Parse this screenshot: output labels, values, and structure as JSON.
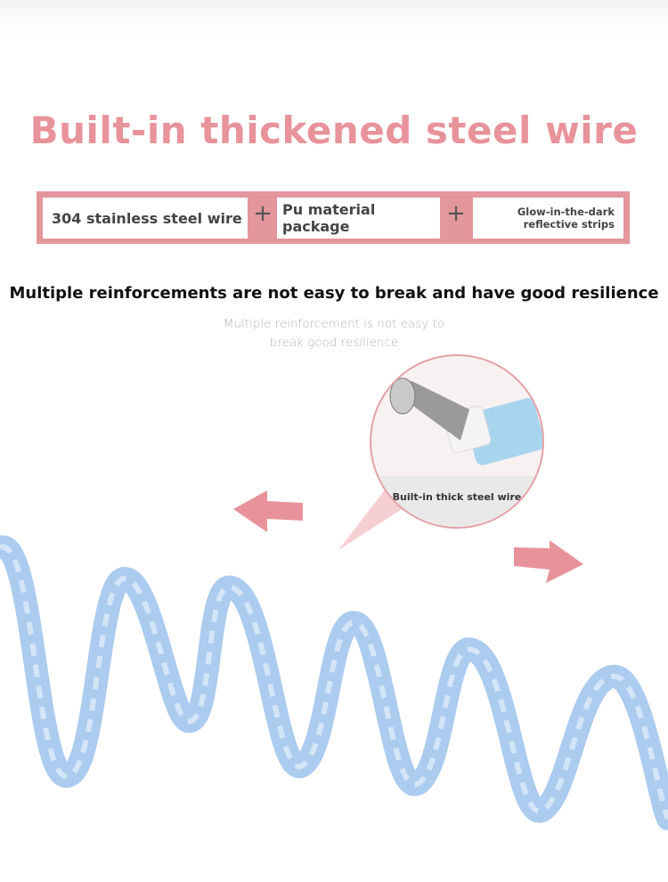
{
  "title": "Built-in thickened steel wire",
  "features": [
    "304 stainless steel wire",
    "Pu material package",
    "Glow-in-the-dark reflective strips"
  ],
  "plus": "+",
  "heading": "Multiple reinforcements are not easy to break and have good resilience",
  "subtitle_line1": "Multiple reinforcement is not easy to",
  "subtitle_line2": "break good resilience",
  "callout": "Built-in thick steel wire",
  "colors": {
    "accent": "#e8939b",
    "coil": "#8fb8e8"
  }
}
